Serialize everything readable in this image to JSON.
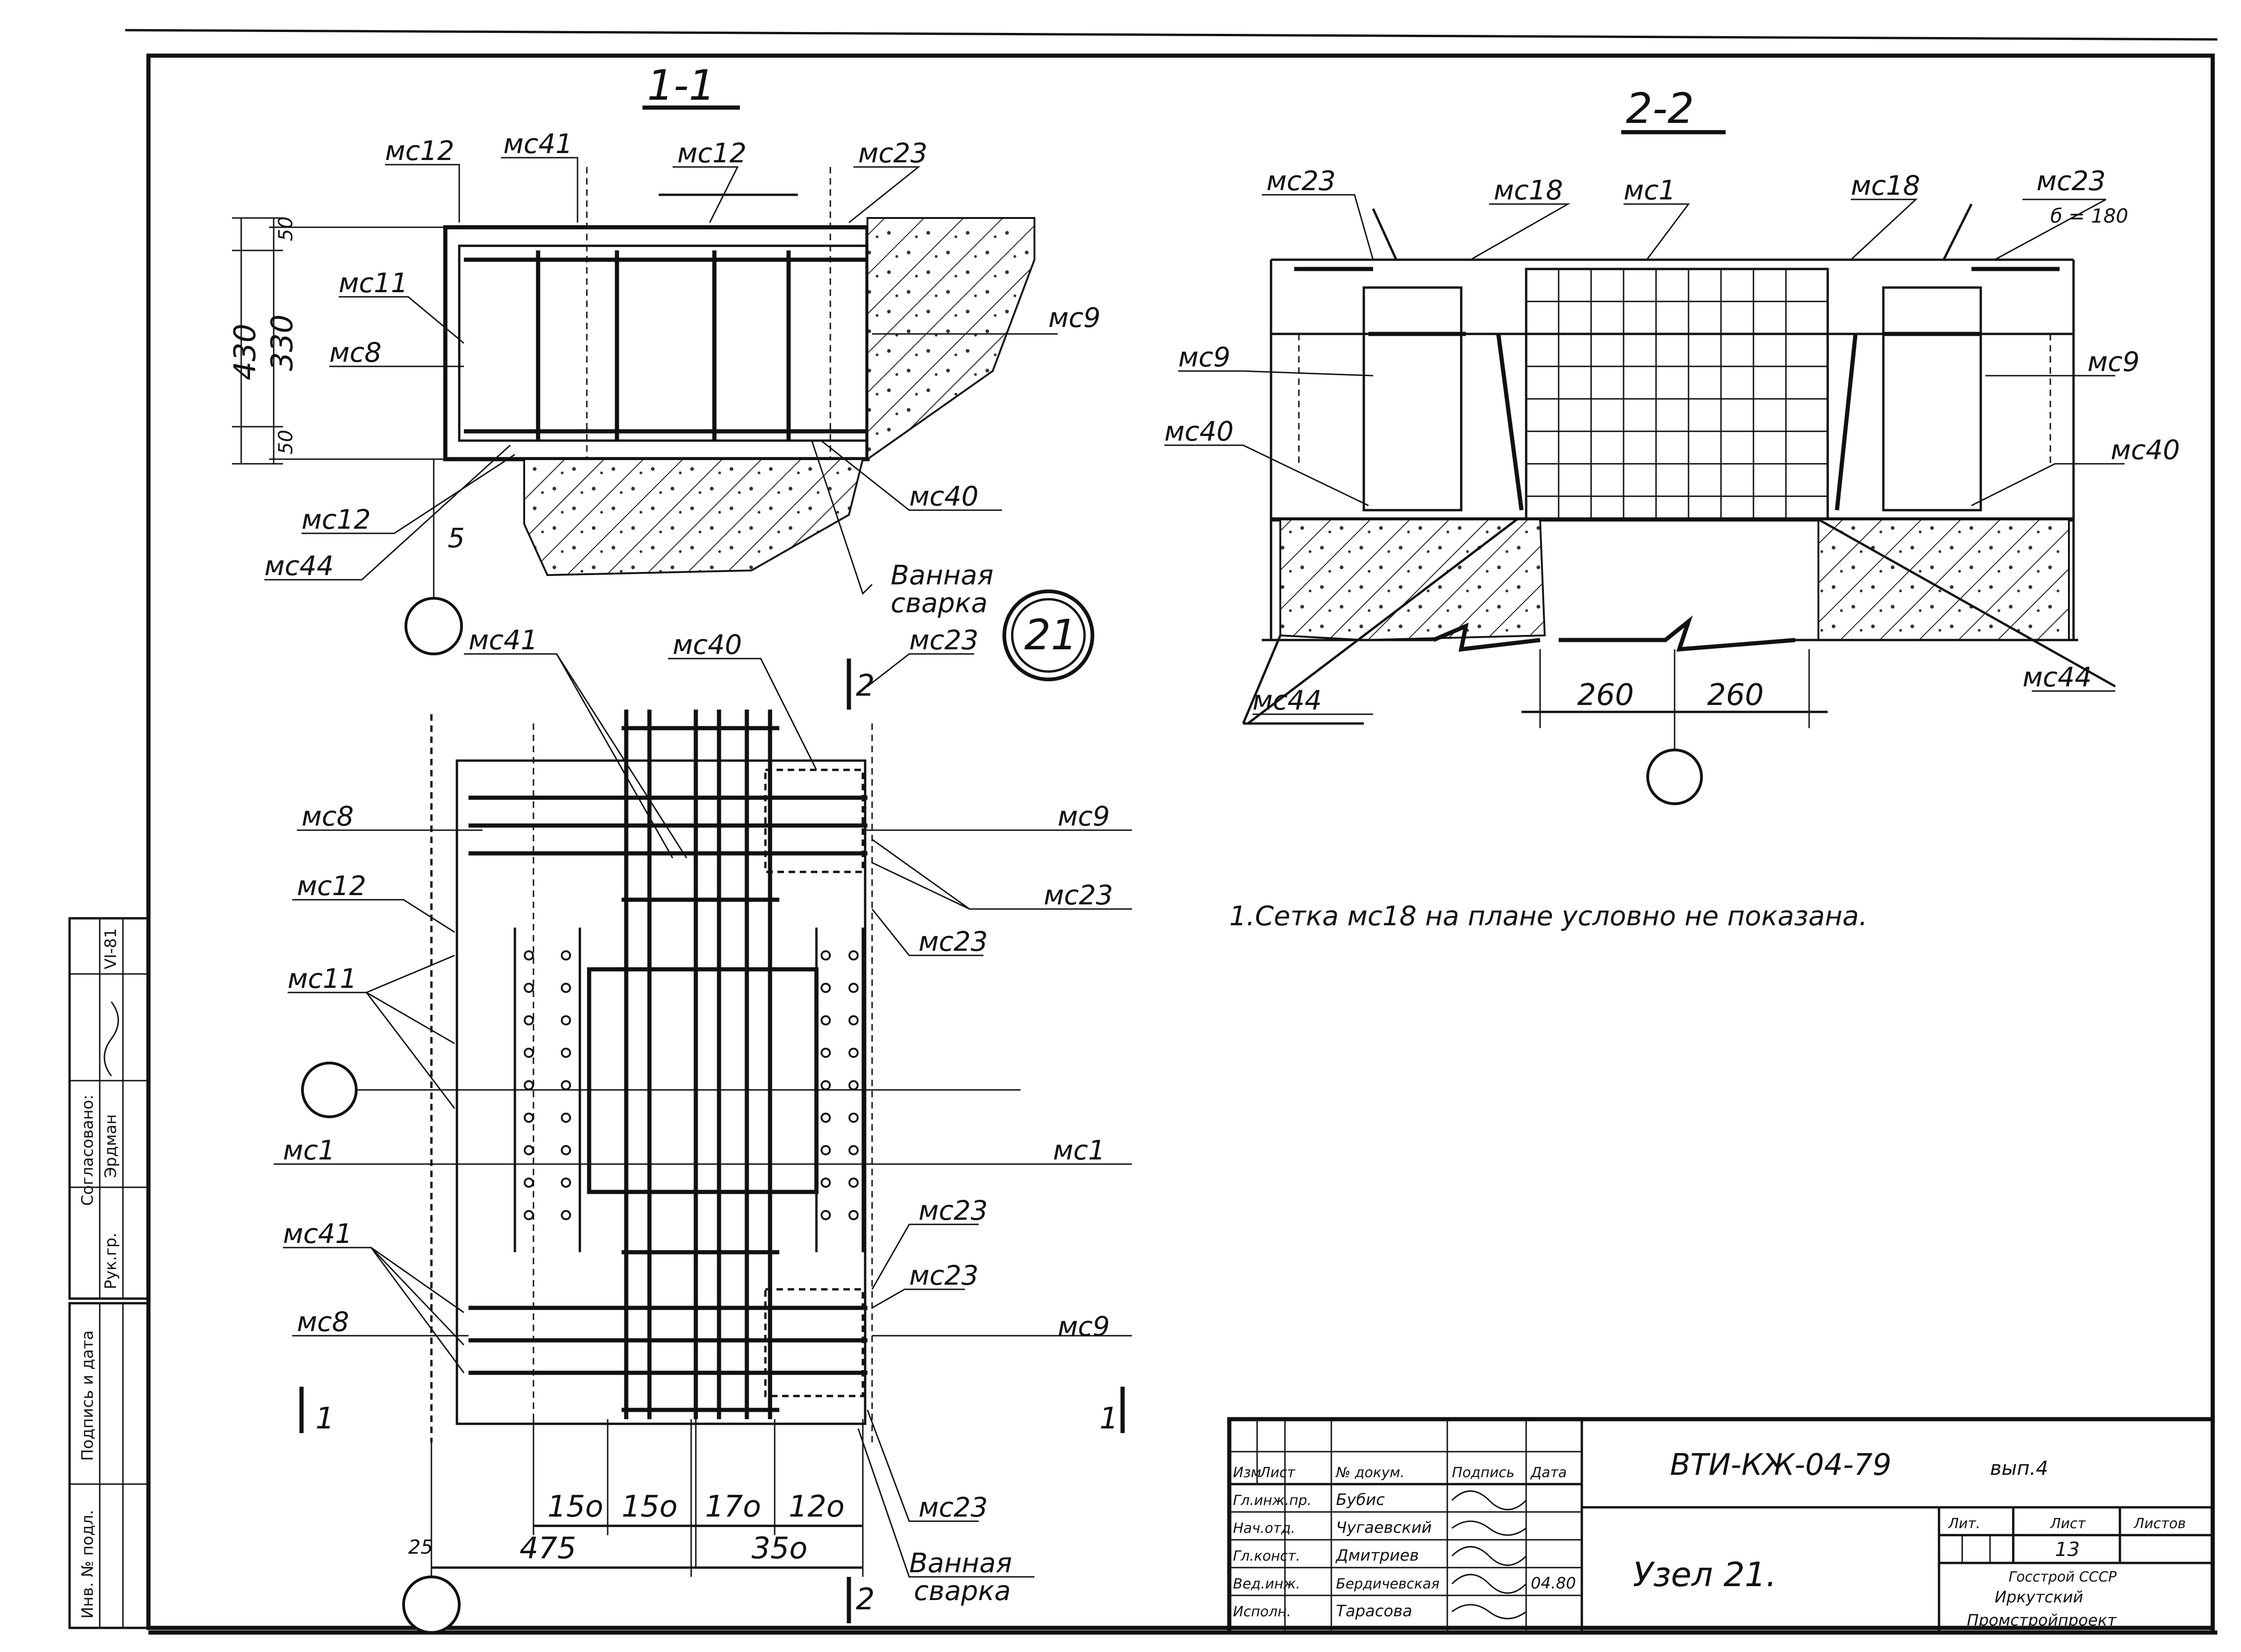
{
  "sections": {
    "s11_title": "1-1",
    "s22_title": "2-2"
  },
  "section_1_1": {
    "labels": [
      "мс12",
      "мс41",
      "мс12",
      "мс23",
      "мс11",
      "мс8",
      "мс9",
      "мс12",
      "мс44",
      "мс40"
    ],
    "dims": [
      "430",
      "330",
      "50",
      "50",
      "5"
    ],
    "weld_note": [
      "Ванная",
      "сварка"
    ]
  },
  "section_2_2": {
    "labels": [
      "мс23",
      "мс18",
      "мс1",
      "мс18",
      "мс23",
      "мс9",
      "мс40",
      "мс9",
      "мс40",
      "мс44",
      "мс44"
    ],
    "dim_note": "б = 180",
    "dims": [
      "260",
      "260"
    ]
  },
  "node_badge": "21",
  "plan": {
    "labels": [
      "мс41",
      "мс40",
      "мс23",
      "мс8",
      "мс9",
      "мс12",
      "мс23",
      "мс23",
      "мс11",
      "мс1",
      "мс1",
      "мс41",
      "мс23",
      "мс23",
      "мс8",
      "мс9",
      "мс23"
    ],
    "dims_top": [
      "15о",
      "15о",
      "17о",
      "12о"
    ],
    "dims_bottom": [
      "475",
      "35о"
    ],
    "dim_small": "25",
    "cut_marks": [
      "1",
      "1",
      "2",
      "2"
    ],
    "weld_note": [
      "Ванная",
      "сварка"
    ]
  },
  "note": "1.Сетка  мс18  на плане условно не показана.",
  "title_block": {
    "code": "ВТИ-КЖ-04-79",
    "issue": "вып.4",
    "name": "Узел 21.",
    "header": [
      "Изм",
      "Лист",
      "№ докум.",
      "Подпись",
      "Дата"
    ],
    "rows": [
      [
        "Гл.инж.пр.",
        "Бубис"
      ],
      [
        "Нач.отд.",
        "Чугаевский"
      ],
      [
        "Гл.конст.",
        "Дмитриев"
      ],
      [
        "Вед.инж.",
        "Бердичевская"
      ],
      [
        "Исполн.",
        "Тарасова"
      ]
    ],
    "date": "04.80",
    "sheet_cols": [
      "Лит.",
      "Лист",
      "Листов"
    ],
    "sheet_no": "13",
    "org": [
      "Госстрой СССР",
      "Иркутский",
      "Промстройпроект"
    ]
  },
  "side_stamp": {
    "title": "Согласовано:",
    "rows": [
      "Рук.гр.",
      "Эрдман"
    ],
    "date": "VI-81",
    "labels": [
      "Инв. № подл.",
      "Подпись и дата"
    ]
  },
  "colors": {
    "ink": "#111111",
    "paper": "#ffffff"
  }
}
